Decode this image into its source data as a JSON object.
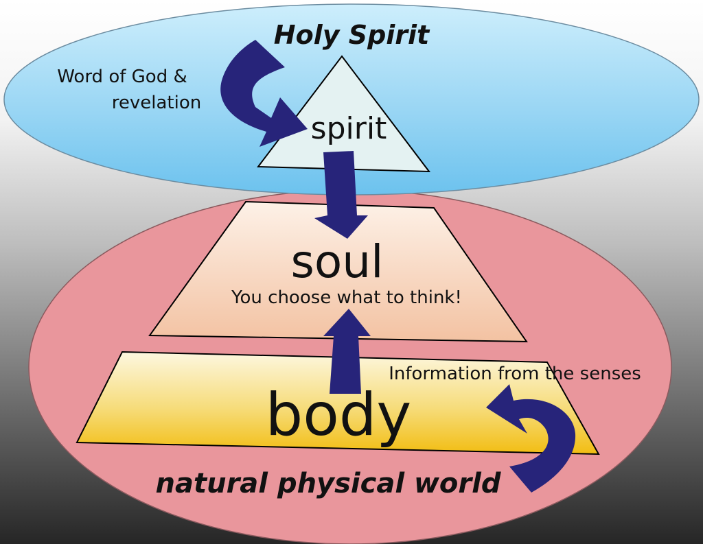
{
  "diagram": {
    "holy_spirit": "Holy Spirit",
    "word_of_god_line1": "Word of God &",
    "word_of_god_line2": "revelation",
    "spirit": "spirit",
    "soul": "soul",
    "soul_caption": "You choose what to think!",
    "senses_info": "Information from the senses",
    "body": "body",
    "natural_world": "natural physical world"
  },
  "colors": {
    "arrow": "#27247a",
    "spirit_oval": "#8ed0f2",
    "world_oval": "#e9969c",
    "triangle": "#e4f2f2",
    "soul_trapezoid": "#f7cfb4",
    "body_trapezoid": "#f3c530"
  }
}
